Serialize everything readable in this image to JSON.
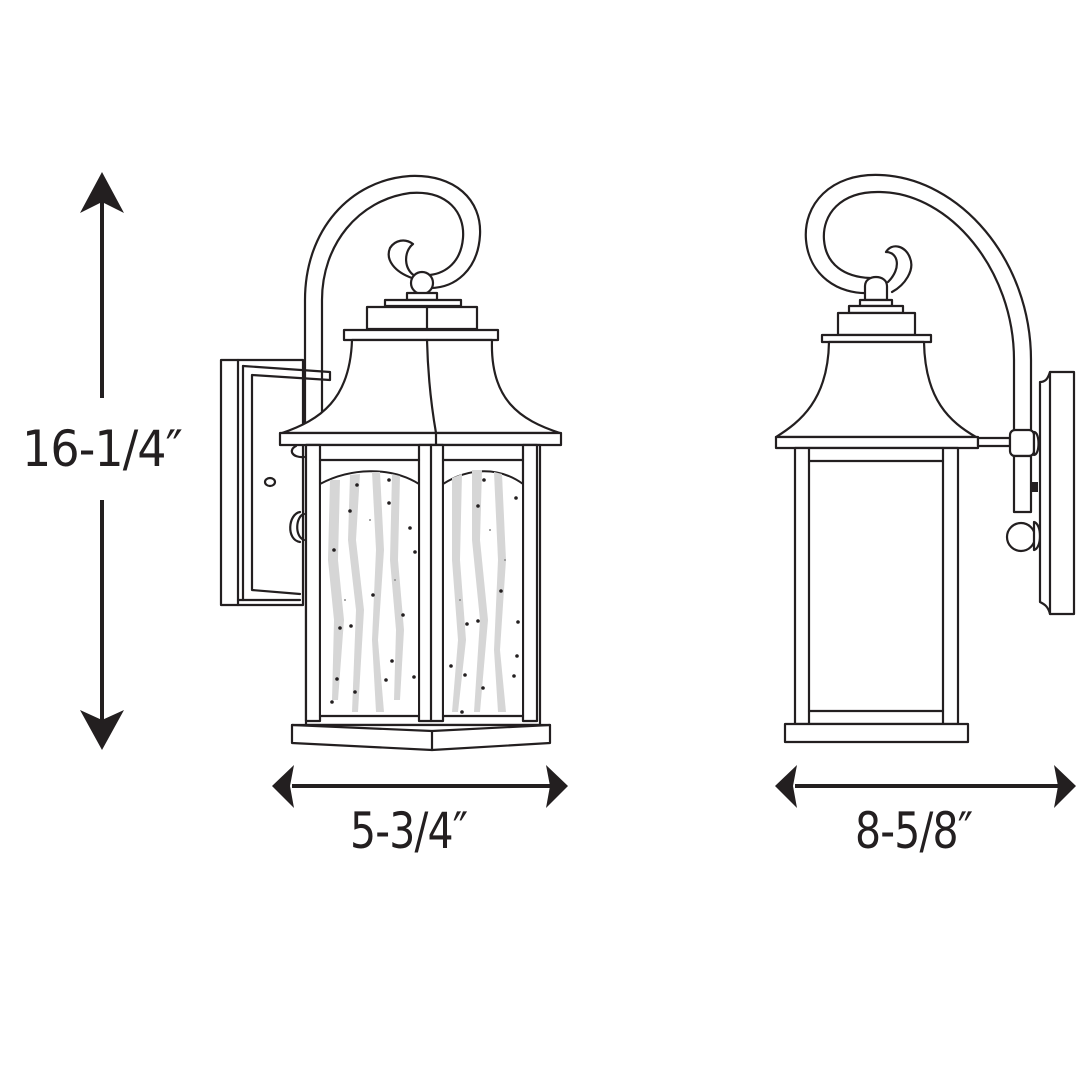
{
  "diagram": {
    "subject": "Outdoor wall lantern dimension drawing",
    "views": [
      {
        "name": "front-view",
        "description": "Front view with seeded/water glass panels and wall backplate"
      },
      {
        "name": "side-view",
        "description": "Side profile view with scroll arm and wall mount"
      }
    ],
    "dimensions": {
      "height": {
        "label": "16-1/4″",
        "orientation": "vertical"
      },
      "front_width": {
        "label": "5-3/4″",
        "orientation": "horizontal"
      },
      "side_extension": {
        "label": "8-5/8″",
        "orientation": "horizontal"
      }
    },
    "colors": {
      "line": "#231f20",
      "glass_streak": "#d6d6d6",
      "background": "#ffffff"
    }
  }
}
